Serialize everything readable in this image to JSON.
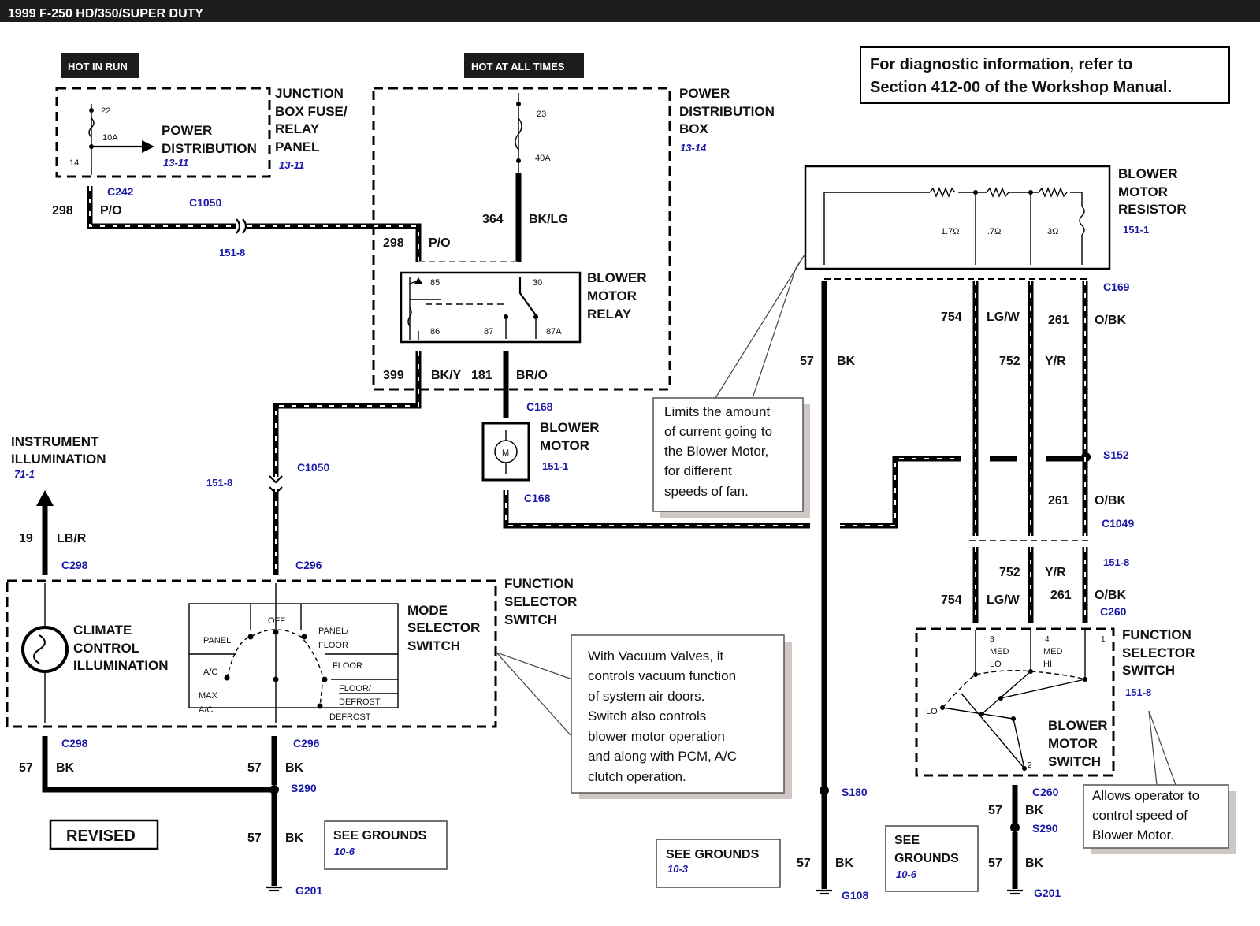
{
  "title": "1999 F-250 HD/350/SUPER DUTY",
  "tags": {
    "hot_in_run": "HOT IN RUN",
    "hot_at_all_times": "HOT AT ALL TIMES"
  },
  "diag_note": {
    "line1": "For diagnostic information, refer to",
    "line2": "Section 412-00 of the Workshop Manual."
  },
  "revised": "REVISED",
  "jbox": {
    "l1": "JUNCTION",
    "l2": "BOX FUSE/",
    "l3": "RELAY",
    "l4": "PANEL",
    "ref": "13-11",
    "pd1": "POWER",
    "pd2": "DISTRIBUTION",
    "pd_ref": "13-11",
    "fuse_in": "22",
    "fuse_amp": "10A",
    "fuse_out": "14"
  },
  "pdb": {
    "l1": "POWER",
    "l2": "DISTRIBUTION",
    "l3": "BOX",
    "ref": "13-14",
    "fuse_in": "23",
    "fuse_amp": "40A"
  },
  "relay": {
    "l1": "BLOWER",
    "l2": "MOTOR",
    "l3": "RELAY",
    "p85": "85",
    "p30": "30",
    "p86": "86",
    "p87": "87",
    "p87a": "87A"
  },
  "motor": {
    "l1": "BLOWER",
    "l2": "MOTOR",
    "ref": "151-1",
    "c_top": "C168",
    "c_bot": "C168",
    "sym": "M"
  },
  "resistor": {
    "l1": "BLOWER",
    "l2": "MOTOR",
    "l3": "RESISTOR",
    "ref": "151-1",
    "r1": "1.7Ω",
    "r2": ".7Ω",
    "r3": ".3Ω",
    "conn": "C169"
  },
  "wires": {
    "w298a": "298",
    "c298a": "P/O",
    "c242": "C242",
    "c1050a": "C1050",
    "ref1518a": "151-8",
    "w298b": "298",
    "c298b": "P/O",
    "w364": "364",
    "c364": "BK/LG",
    "w399": "399",
    "c399": "BK/Y",
    "w181": "181",
    "c181": "BR/O",
    "c1050b": "C1050",
    "ref1518b": "151-8",
    "w19": "19",
    "c19": "LB/R",
    "c298c": "C298",
    "c296a": "C296",
    "w754a": "754",
    "c754a": "LG/W",
    "w261a": "261",
    "c261a": "O/BK",
    "w57a": "57",
    "c57a": "BK",
    "w752a": "752",
    "c752a": "Y/R",
    "s152": "S152",
    "w261b": "261",
    "c261b": "O/BK",
    "c1049": "C1049",
    "ref1518c": "151-8",
    "w752b": "752",
    "c752b": "Y/R",
    "w754b": "754",
    "c754b": "LG/W",
    "w261c": "261",
    "c261c": "O/BK",
    "c260a": "C260",
    "c298d": "C298",
    "w57b": "57",
    "c57b": "BK",
    "c296b": "C296",
    "w57c": "57",
    "c57c": "BK",
    "s290a": "S290",
    "w57d": "57",
    "c57d": "BK",
    "g201a": "G201",
    "s180": "S180",
    "w57e": "57",
    "c57e": "BK",
    "g108": "G108",
    "c260b": "C260",
    "w57f": "57",
    "c57f": "BK",
    "s290b": "S290",
    "w57g": "57",
    "c57g": "BK",
    "g201b": "G201"
  },
  "instrument": {
    "l1": "INSTRUMENT",
    "l2": "ILLUMINATION",
    "ref": "71-1"
  },
  "climate": {
    "l1": "CLIMATE",
    "l2": "CONTROL",
    "l3": "ILLUMINATION"
  },
  "mode": {
    "l1": "MODE",
    "l2": "SELECTOR",
    "l3": "SWITCH",
    "off": "OFF",
    "panel": "PANEL",
    "panel_floor1": "PANEL/",
    "panel_floor2": "FLOOR",
    "ac": "A/C",
    "floor": "FLOOR",
    "max1": "MAX",
    "max2": "A/C",
    "floor_def1": "FLOOR/",
    "floor_def2": "DEFROST",
    "defrost": "DEFROST"
  },
  "fss_left": {
    "l1": "FUNCTION",
    "l2": "SELECTOR",
    "l3": "SWITCH"
  },
  "fss_right": {
    "l1": "FUNCTION",
    "l2": "SELECTOR",
    "l3": "SWITCH",
    "ref": "151-8",
    "p3": "3",
    "p4": "4",
    "p1": "1",
    "p2": "2",
    "medlo1": "MED",
    "medlo2": "LO",
    "medhi1": "MED",
    "medhi2": "HI",
    "lo": "LO",
    "bms1": "BLOWER",
    "bms2": "MOTOR",
    "bms3": "SWITCH"
  },
  "notes": {
    "resistor": [
      "Limits the amount",
      "of current going to",
      "the Blower Motor,",
      "for different",
      "speeds of fan."
    ],
    "vacuum": [
      "With Vacuum Valves, it",
      "controls vacuum function",
      "of system air doors.",
      "Switch also controls",
      "blower motor operation",
      "and along with PCM, A/C",
      "clutch operation."
    ],
    "speed": [
      "Allows operator to",
      "control speed of",
      "Blower Motor."
    ]
  },
  "grounds": {
    "a": {
      "label": "SEE GROUNDS",
      "ref": "10-6"
    },
    "b": {
      "label": "SEE GROUNDS",
      "ref": "10-3"
    },
    "c": {
      "l1": "SEE",
      "l2": "GROUNDS",
      "ref": "10-6"
    }
  }
}
